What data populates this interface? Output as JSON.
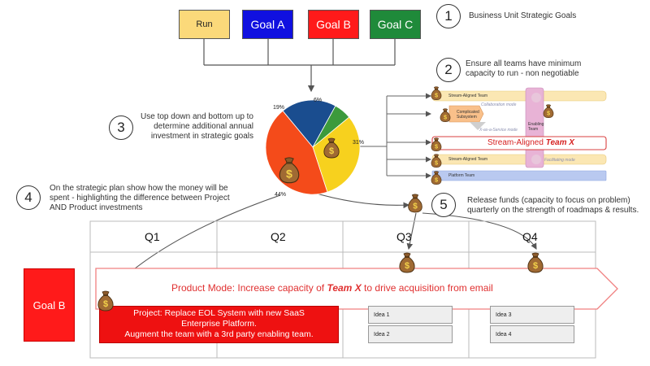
{
  "goals": {
    "run": "Run",
    "goal_a": "Goal A",
    "goal_b": "Goal B",
    "goal_c": "Goal C",
    "colors": {
      "run": "#fbd97a",
      "goal_a": "#1010e0",
      "goal_b": "#ff1a1a",
      "goal_c": "#1f8a3a"
    }
  },
  "steps": [
    {
      "num": "1",
      "text": "Business Unit Strategic Goals"
    },
    {
      "num": "2",
      "text": "Ensure all teams have minimum capacity to run - non negotiable"
    },
    {
      "num": "3",
      "text": "Use top down and bottom up to determine additional annual investment in strategic goals"
    },
    {
      "num": "4",
      "text": "On the strategic plan show how the money will be spent - highlighting the difference between Project AND Product investments"
    },
    {
      "num": "5",
      "text": "Release funds (capacity to focus on problem) quarterly on the strength of roadmaps & results."
    }
  ],
  "pie": {
    "labels": [
      "19%",
      "6%",
      "31%",
      "44%"
    ],
    "slices": [
      {
        "label": "19%",
        "value": 19,
        "color": "#1a4d8f"
      },
      {
        "label": "6%",
        "value": 6,
        "color": "#3c9a3c"
      },
      {
        "label": "31%",
        "value": 31,
        "color": "#f7d11e"
      },
      {
        "label": "44%",
        "value": 44,
        "color": "#f44b1a"
      }
    ]
  },
  "topology": {
    "teams": {
      "stream1": "Stream-Aligned Team",
      "complicated": "Complicated Subsystem",
      "enabling": "Enabling Team",
      "stream3": "Stream-Aligned Team",
      "platform": "Platform Team"
    },
    "modes": {
      "collab": "Collaboration mode",
      "xaas": "X-as-a-Service mode",
      "facil": "Facilitating mode"
    },
    "team_x_prefix": "Stream-Aligned",
    "team_x_name": "Team X"
  },
  "plan": {
    "quarters": [
      "Q1",
      "Q2",
      "Q3",
      "Q4"
    ],
    "goal_label": "Goal B",
    "product_mode_prefix": "Product Mode: Increase capacity of",
    "product_mode_team": "Team X",
    "product_mode_suffix": "to drive acquisition from email",
    "project_line1": "Project: Replace EOL System with new SaaS",
    "project_line2": "Enterprise Platform.",
    "project_line3": "Augment the team with a 3rd party enabling team.",
    "ideas": [
      "Idea 1",
      "Idea 2",
      "Idea 3",
      "Idea 4"
    ]
  }
}
